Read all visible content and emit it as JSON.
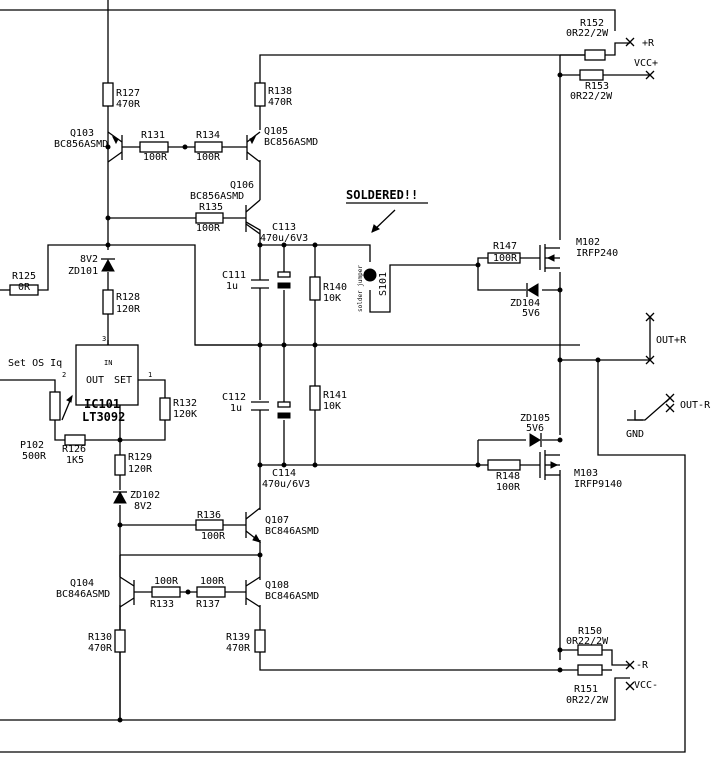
{
  "annotations": {
    "soldered": "SOLDERED!!",
    "jumper_label": "solder jumper",
    "set_os": "Set OS Iq"
  },
  "labels": [
    {
      "id": "r127n",
      "text": "R127"
    },
    {
      "id": "r127v",
      "text": "470R"
    },
    {
      "id": "q103n",
      "text": "Q103"
    },
    {
      "id": "q103t",
      "text": "BC856ASMD"
    },
    {
      "id": "r131n",
      "text": "R131"
    },
    {
      "id": "r131v",
      "text": "100R"
    },
    {
      "id": "r134n",
      "text": "R134"
    },
    {
      "id": "r134v",
      "text": "100R"
    },
    {
      "id": "r138n",
      "text": "R138"
    },
    {
      "id": "r138v",
      "text": "470R"
    },
    {
      "id": "q105n",
      "text": "Q105"
    },
    {
      "id": "q105t",
      "text": "BC856ASMD"
    },
    {
      "id": "q106n",
      "text": "Q106"
    },
    {
      "id": "q106t",
      "text": "BC856ASMD"
    },
    {
      "id": "r135n",
      "text": "R135"
    },
    {
      "id": "r135v",
      "text": "100R"
    },
    {
      "id": "c113n",
      "text": "C113"
    },
    {
      "id": "c113v",
      "text": "470u/6V3"
    },
    {
      "id": "zd101v",
      "text": "8V2"
    },
    {
      "id": "zd101n",
      "text": "ZD101"
    },
    {
      "id": "r125n",
      "text": "R125"
    },
    {
      "id": "r125v",
      "text": "0R"
    },
    {
      "id": "c111n",
      "text": "C111"
    },
    {
      "id": "c111v",
      "text": "1u"
    },
    {
      "id": "r140n",
      "text": "R140"
    },
    {
      "id": "r140v",
      "text": "10K"
    },
    {
      "id": "r128n",
      "text": "R128"
    },
    {
      "id": "r128v",
      "text": "120R"
    },
    {
      "id": "s101n",
      "text": "S101"
    },
    {
      "id": "r147n",
      "text": "R147"
    },
    {
      "id": "r147v",
      "text": "100R"
    },
    {
      "id": "m102n",
      "text": "M102"
    },
    {
      "id": "m102t",
      "text": "IRFP240"
    },
    {
      "id": "zd104n",
      "text": "ZD104"
    },
    {
      "id": "zd104v",
      "text": "5V6"
    },
    {
      "id": "r152n",
      "text": "R152"
    },
    {
      "id": "r152v",
      "text": "0R22/2W"
    },
    {
      "id": "r153n",
      "text": "R153"
    },
    {
      "id": "r153v",
      "text": "0R22/2W"
    },
    {
      "id": "plusr",
      "text": "+R"
    },
    {
      "id": "vccp",
      "text": "VCC+"
    },
    {
      "id": "ic101n",
      "text": "IC101"
    },
    {
      "id": "ic101t",
      "text": "LT3092"
    },
    {
      "id": "icin",
      "text": "IN"
    },
    {
      "id": "icout",
      "text": "OUT"
    },
    {
      "id": "icset",
      "text": "SET"
    },
    {
      "id": "pin3",
      "text": "3"
    },
    {
      "id": "pin2",
      "text": "2"
    },
    {
      "id": "pin1",
      "text": "1"
    },
    {
      "id": "r132n",
      "text": "R132"
    },
    {
      "id": "r132v",
      "text": "120K"
    },
    {
      "id": "p102n",
      "text": "P102"
    },
    {
      "id": "p102v",
      "text": "500R"
    },
    {
      "id": "r126n",
      "text": "R126"
    },
    {
      "id": "r126v",
      "text": "1K5"
    },
    {
      "id": "outr",
      "text": "OUT+R"
    },
    {
      "id": "outmr",
      "text": "OUT-R"
    },
    {
      "id": "gnd",
      "text": "GND"
    },
    {
      "id": "c112n",
      "text": "C112"
    },
    {
      "id": "c112v",
      "text": "1u"
    },
    {
      "id": "r141n",
      "text": "R141"
    },
    {
      "id": "r141v",
      "text": "10K"
    },
    {
      "id": "zd105n",
      "text": "ZD105"
    },
    {
      "id": "zd105v",
      "text": "5V6"
    },
    {
      "id": "r148n",
      "text": "R148"
    },
    {
      "id": "r148v",
      "text": "100R"
    },
    {
      "id": "m103n",
      "text": "M103"
    },
    {
      "id": "m103t",
      "text": "IRFP9140"
    },
    {
      "id": "c114n",
      "text": "C114"
    },
    {
      "id": "c114v",
      "text": "470u/6V3"
    },
    {
      "id": "r129n",
      "text": "R129"
    },
    {
      "id": "r129v",
      "text": "120R"
    },
    {
      "id": "zd102n",
      "text": "ZD102"
    },
    {
      "id": "zd102v",
      "text": "8V2"
    },
    {
      "id": "r136n",
      "text": "R136"
    },
    {
      "id": "r136v",
      "text": "100R"
    },
    {
      "id": "q107n",
      "text": "Q107"
    },
    {
      "id": "q107t",
      "text": "BC846ASMD"
    },
    {
      "id": "q104n",
      "text": "Q104"
    },
    {
      "id": "q104t",
      "text": "BC846ASMD"
    },
    {
      "id": "r133v",
      "text": "100R"
    },
    {
      "id": "r133n",
      "text": "R133"
    },
    {
      "id": "r137v",
      "text": "100R"
    },
    {
      "id": "r137n",
      "text": "R137"
    },
    {
      "id": "q108n",
      "text": "Q108"
    },
    {
      "id": "q108t",
      "text": "BC846ASMD"
    },
    {
      "id": "r130n",
      "text": "R130"
    },
    {
      "id": "r130v",
      "text": "470R"
    },
    {
      "id": "r139n",
      "text": "R139"
    },
    {
      "id": "r139v",
      "text": "470R"
    },
    {
      "id": "r150n",
      "text": "R150"
    },
    {
      "id": "r150v",
      "text": "0R22/2W"
    },
    {
      "id": "r151n",
      "text": "R151"
    },
    {
      "id": "r151v",
      "text": "0R22/2W"
    },
    {
      "id": "minusr",
      "text": "-R"
    },
    {
      "id": "vccm",
      "text": "VCC-"
    }
  ]
}
